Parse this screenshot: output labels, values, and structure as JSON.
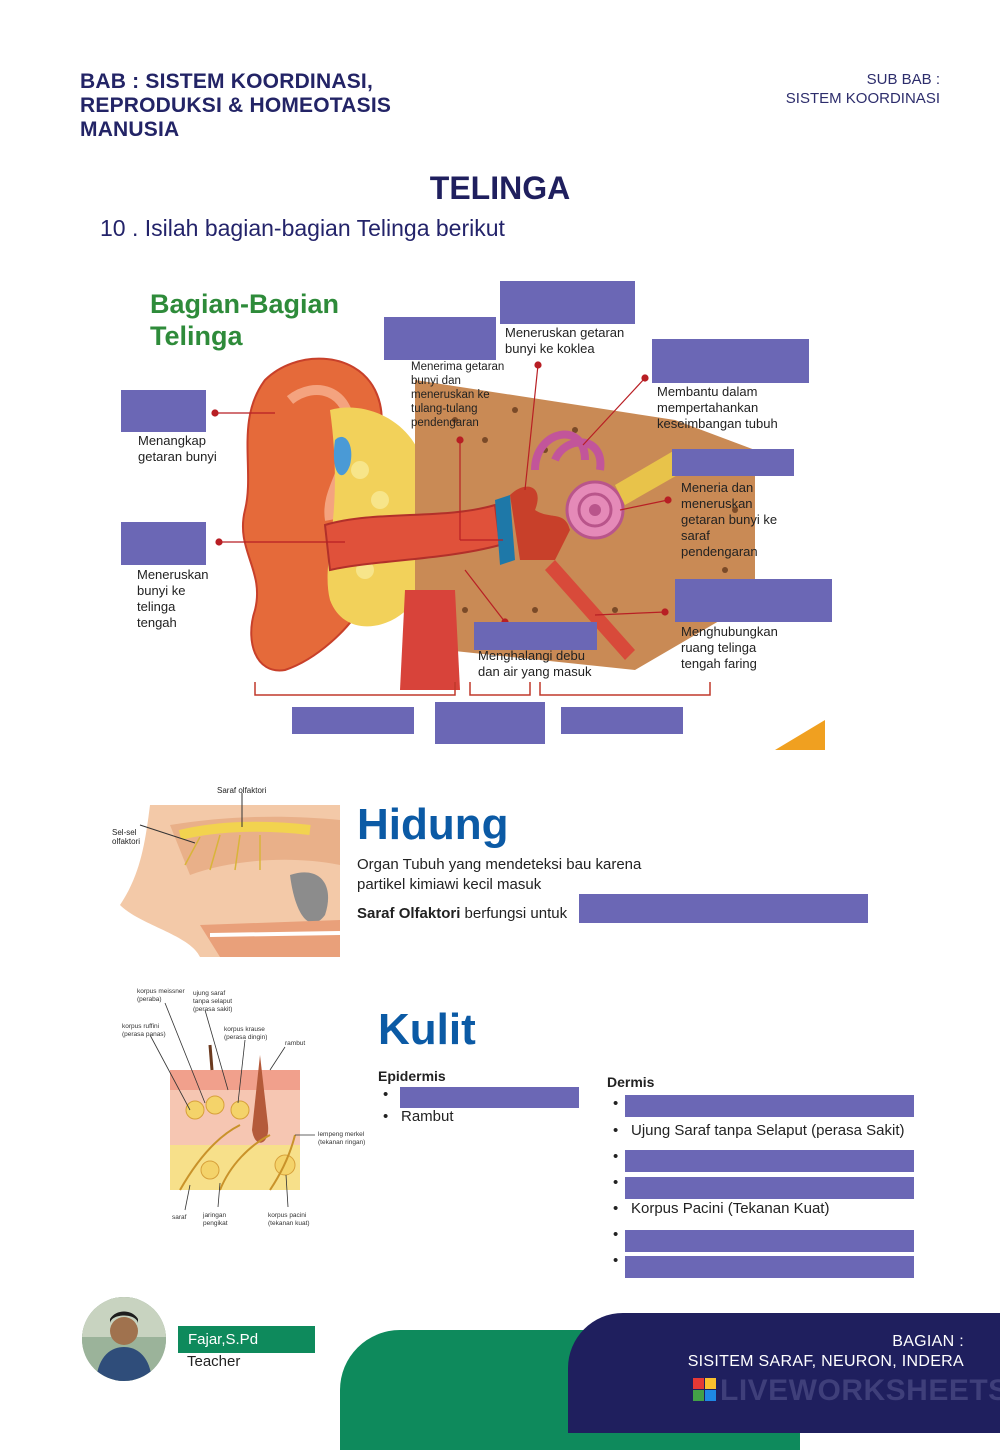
{
  "header": {
    "chapter_lines": [
      "BAB : SISTEM KOORDINASI,",
      "REPRODUKSI & HOMEOTASIS",
      "MANUSIA"
    ],
    "subchapter_lines": [
      "SUB BAB :",
      "SISTEM KOORDINASI"
    ]
  },
  "title": "TELINGA",
  "instruction": "10 . Isilah bagian-bagian Telinga berikut",
  "ear": {
    "diagram_title_lines": [
      "Bagian-Bagian",
      "Telinga"
    ],
    "labels": {
      "l1": [
        "Menangkap",
        "getaran bunyi"
      ],
      "l2": [
        "Meneruskan",
        "bunyi ke",
        "telinga",
        "tengah"
      ],
      "l3": [
        "Menerima getaran",
        "bunyi dan",
        "meneruskan ke",
        "tulang-tulang",
        "pendengaran"
      ],
      "l4": [
        "Meneruskan getaran",
        "bunyi ke koklea"
      ],
      "l5": [
        "Membantu dalam",
        "mempertahankan",
        "keseimbangan tubuh"
      ],
      "l6": [
        "Meneria dan",
        "meneruskan",
        "getaran bunyi ke",
        "saraf",
        "pendengaran"
      ],
      "l7": [
        "Menghalangi debu",
        "dan air yang masuk"
      ],
      "l8": [
        "Menghubungkan",
        "ruang telinga",
        "tengah faring"
      ]
    }
  },
  "hidung": {
    "title": "Hidung",
    "image_labels": {
      "nerve": "Saraf olfaktori",
      "cells_lines": [
        "Sel-sel",
        "olfaktori"
      ]
    },
    "description_lines": [
      "Organ Tubuh yang mendeteksi bau karena",
      "partikel kimiawi kecil masuk"
    ],
    "function_bold": "Saraf Olfaktori",
    "function_rest": " berfungsi untuk"
  },
  "kulit": {
    "title": "Kulit",
    "epidermis_heading": "Epidermis",
    "epidermis_item_2": "Rambut",
    "dermis_heading": "Dermis",
    "dermis_item_2": "Ujung Saraf tanpa Selaput (perasa Sakit)",
    "dermis_item_5": "Korpus Pacini (Tekanan Kuat)",
    "image_labels": {
      "a": [
        "korpus meissner",
        "(peraba)"
      ],
      "b": [
        "ujung saraf",
        "tanpa selaput",
        "(perasa sakit)"
      ],
      "c": [
        "korpus ruffini",
        "(perasa panas)"
      ],
      "d": [
        "korpus krause",
        "(perasa dingin)"
      ],
      "e": "rambut",
      "f": [
        "lempeng merkel",
        "(tekanan ringan)"
      ],
      "g": "saraf",
      "h": [
        "jaringan",
        "pengikat"
      ],
      "i": [
        "korpus pacini",
        "(tekanan kuat)"
      ]
    }
  },
  "footer": {
    "teacher_name": "Fajar,S.Pd",
    "teacher_role": "Teacher",
    "right_lines": [
      "BAGIAN :",
      "SISITEM SARAF, NEURON, INDERA"
    ],
    "watermark": "LIVEWORKSHEETS"
  },
  "colors": {
    "blank": "#6b67b5",
    "navy": "#1f1f5e",
    "green": "#0e8a5c",
    "blue_title": "#0b5aa5"
  }
}
